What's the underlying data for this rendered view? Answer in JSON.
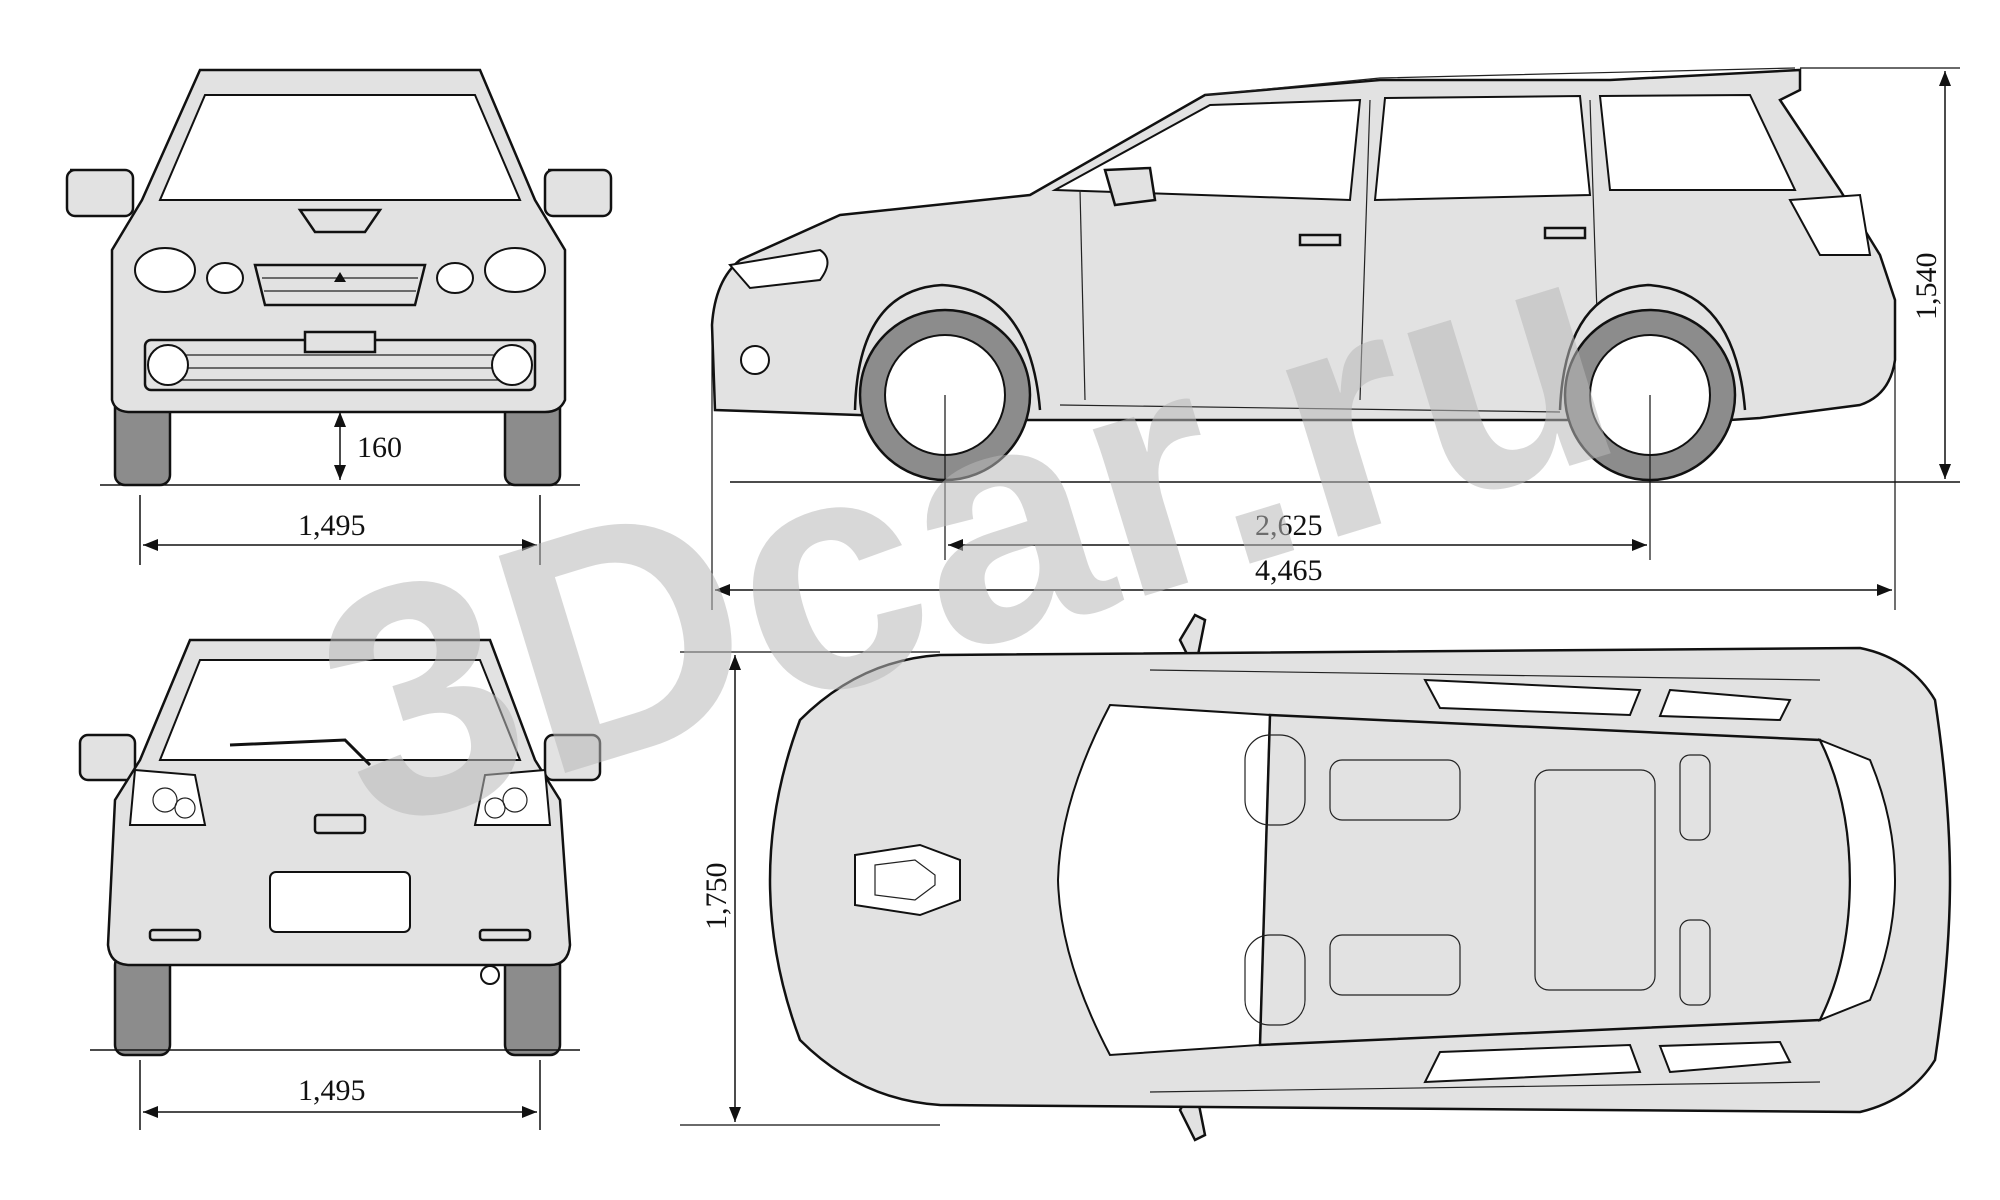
{
  "watermark": "3Dcar.ru",
  "dimensions": {
    "ground_clearance": "160",
    "front_track": "1,495",
    "rear_track": "1,495",
    "wheelbase": "2,625",
    "overall_length": "4,465",
    "overall_height": "1,540",
    "overall_width": "1,750"
  },
  "views": [
    "front",
    "side",
    "rear",
    "top"
  ]
}
